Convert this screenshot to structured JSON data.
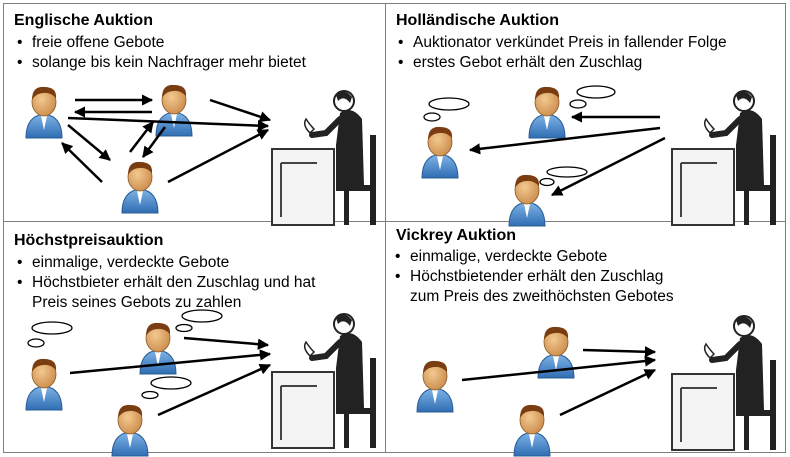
{
  "panels": [
    {
      "title": "Englische Auktion",
      "bullets": [
        "freie offene Gebote",
        "solange bis kein Nachfrager mehr bietet"
      ]
    },
    {
      "title": "Holländische Auktion",
      "bullets": [
        "Auktionator verkündet Preis in fallender Folge",
        "erstes Gebot erhält den Zuschlag"
      ]
    },
    {
      "title": "Höchstpreisauktion",
      "bullets": [
        "einmalige, verdeckte Gebote",
        "Höchstbieter erhält den Zuschlag und hat",
        "Preis seines Gebots zu zahlen"
      ]
    },
    {
      "title": "Vickrey Auktion",
      "bullets": [
        "einmalige, verdeckte Gebote",
        "Höchstbietender erhält den Zuschlag",
        "zum Preis des zweithöchsten Gebotes"
      ]
    }
  ]
}
